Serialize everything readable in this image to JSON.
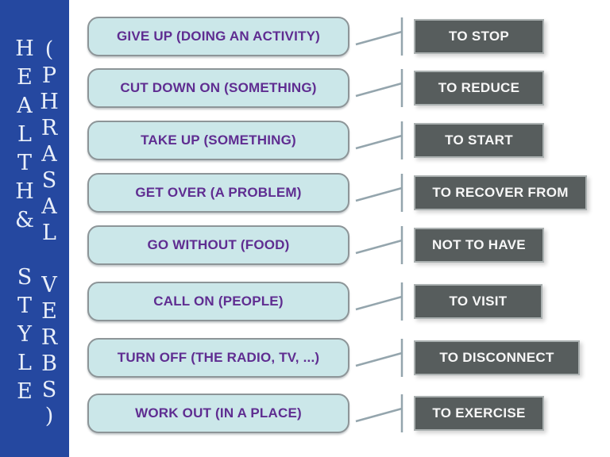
{
  "sidebar": {
    "column1": [
      "H",
      "E",
      "A",
      "L",
      "T",
      "H",
      "&",
      "",
      "S",
      "T",
      "Y",
      "L",
      "E"
    ],
    "column2": [
      "(",
      "P",
      "H",
      "R",
      "A",
      "S",
      "A",
      "L",
      "",
      "V",
      "E",
      "R",
      "B",
      "S",
      ")"
    ]
  },
  "rows": [
    {
      "phrase": "GIVE UP (DOING AN ACTIVITY)",
      "definition": "TO STOP"
    },
    {
      "phrase": "CUT DOWN ON (SOMETHING)",
      "definition": "TO REDUCE"
    },
    {
      "phrase": "TAKE UP (SOMETHING)",
      "definition": "TO START"
    },
    {
      "phrase": "GET OVER (A PROBLEM)",
      "definition": "TO RECOVER FROM"
    },
    {
      "phrase": "GO WITHOUT (FOOD)",
      "definition": "NOT TO HAVE"
    },
    {
      "phrase": "CALL ON (PEOPLE)",
      "definition": "TO VISIT"
    },
    {
      "phrase": "TURN OFF (THE RADIO, TV, ...)",
      "definition": "TO DISCONNECT"
    },
    {
      "phrase": "WORK OUT (IN A PLACE)",
      "definition": "TO EXERCISE"
    }
  ],
  "colors": {
    "sidebar_blue": "#2548A0",
    "card_fill": "#CBE7E9",
    "card_border": "#8D9598",
    "phrase_text": "#5F2D91",
    "definition_fill": "#575D5D",
    "definition_border": "#ABB1B1",
    "definition_text": "#F7F7F7",
    "connector": "#94A5AD"
  }
}
